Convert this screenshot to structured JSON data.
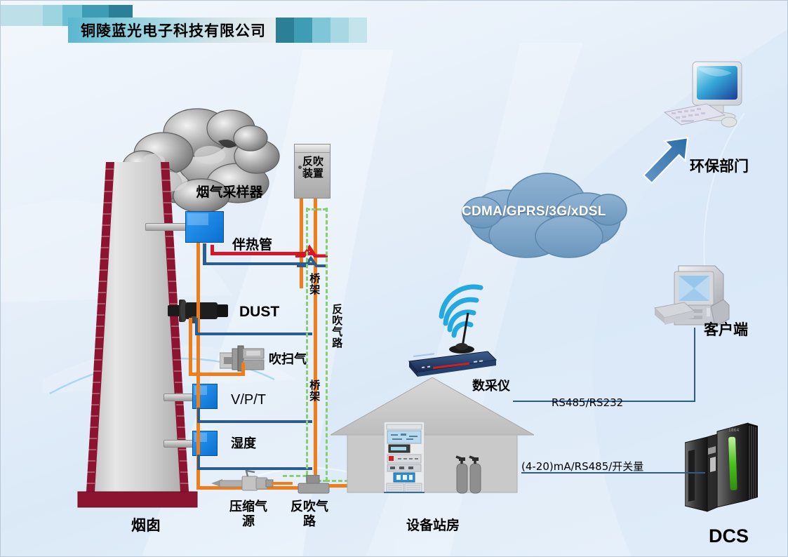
{
  "header": {
    "company": "铜陵蓝光电子科技有限公司",
    "top_blocks": [
      "#bcdfe8",
      "#9ed3e0",
      "#6cc0d4",
      "#3e9cb4",
      "#2b7f96"
    ],
    "plate_blocks": [
      "#2b7f96",
      "#3e9cb4",
      "#7ec6d8",
      "#a8d8e4",
      "#c4e4ec"
    ]
  },
  "diagram": {
    "stack_label": "烟囱",
    "smoke_label": "",
    "sampler_label": "烟气采样器",
    "backflush_device_label": "反吹装置",
    "heat_traced_tube_label": "伴热管",
    "dust_label": "DUST",
    "purge_gas_label": "吹扫气",
    "vpt_label": "V/P/T",
    "humidity_label": "湿度",
    "tray_label_top": "桥架",
    "tray_label_bottom": "桥架",
    "backflush_line_label_vertical": "反吹气路",
    "compressed_air_label": "压缩气源",
    "backflush_line_label": "反吹气路",
    "station_house_label": "设备站房",
    "data_logger_label": "数采仪",
    "cloud_label": "CDMA/GPRS/3G/xDSL",
    "epa_label": "环保部门",
    "client_label": "客户端",
    "dcs_label": "DCS",
    "link_rs485_rs232": "RS485/RS232",
    "link_420ma": "(4-20)mA/RS485/开关量"
  },
  "colors": {
    "brick": "#8d1430",
    "pipe_orange": "#ef7d1a",
    "pipe_red": "#d7152a",
    "pipe_blue": "#2a5c8d",
    "tray_green": "#86cf72",
    "cloud_blue": "#6e9cc4",
    "device_blue": "#1a82e2",
    "accent_teal": "#3e9cb4"
  }
}
